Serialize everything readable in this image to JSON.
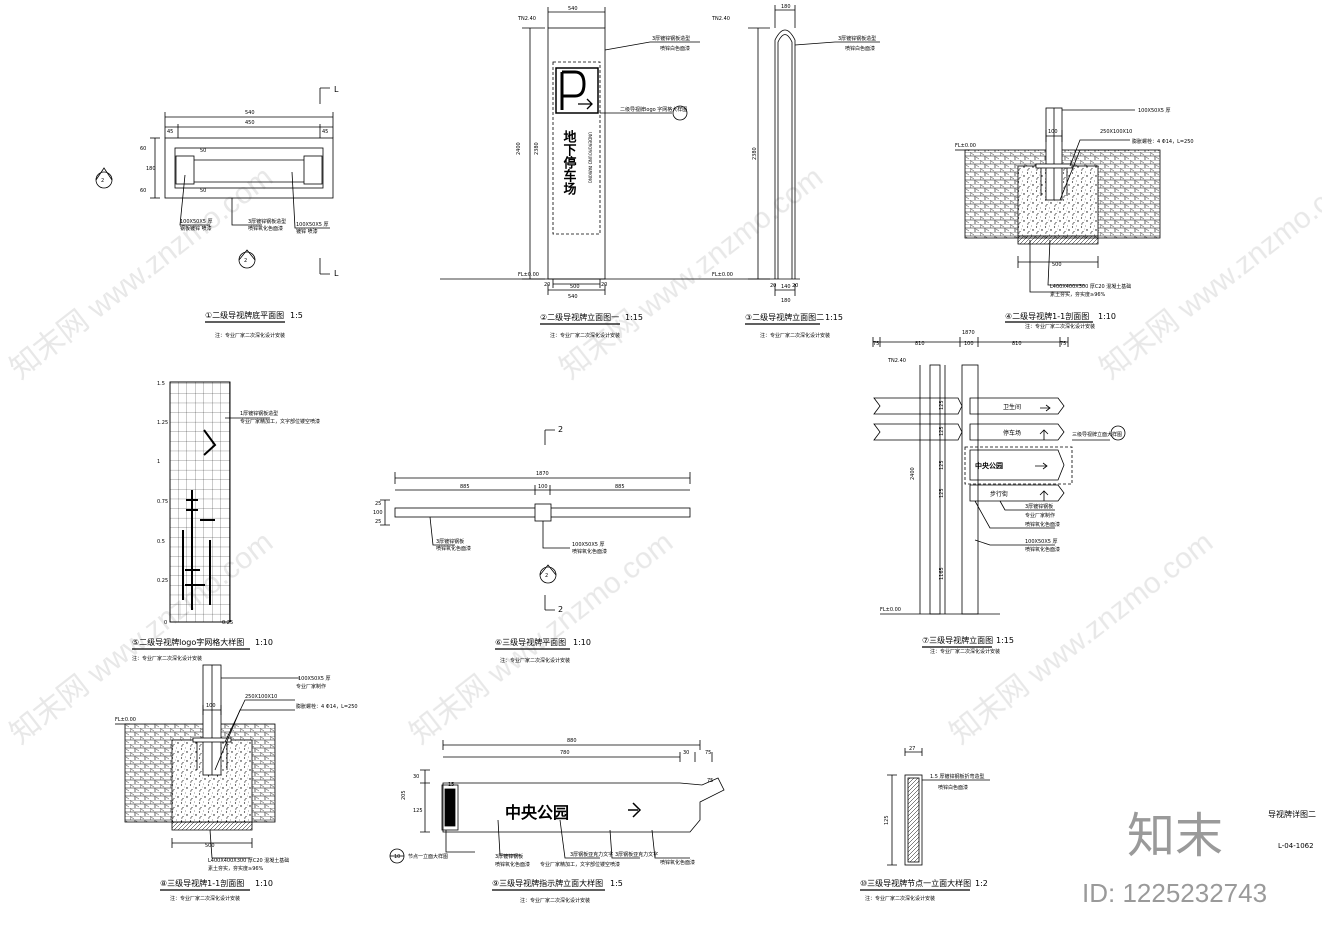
{
  "sheet": {
    "title": "导视牌详图二",
    "number": "L-04-1062",
    "brand": "知末",
    "id_label": "ID: 1225232743"
  },
  "watermark": {
    "text": "知末网 www.znzmo.com"
  },
  "drawings": {
    "d1": {
      "caption": "①二级导视牌底平面图",
      "scale": "1:5",
      "note": "注：专业厂家二次深化设计安装",
      "dims": [
        "540",
        "450",
        "45",
        "45",
        "180",
        "50",
        "50",
        "60",
        "60"
      ],
      "labels": [
        "100X50X5 厚",
        "钢板镀锌 喷漆",
        "3厚镀锌钢板造型",
        "喷锌氧化色面漆",
        "100X50X5 厚",
        "镀锌 喷漆"
      ],
      "section_mark": "2",
      "cut": "L"
    },
    "d2": {
      "caption": "②二级导视牌立面图一",
      "scale": "1:15",
      "note": "注：专业厂家二次深化设计安装",
      "top_level": "TN2.40",
      "floor_level": "FL±0.00",
      "dims": [
        "540",
        "2400",
        "2380",
        "20",
        "500",
        "20",
        "540"
      ],
      "labels": [
        "3厚镀锌钢板造型",
        "喷锌白色面漆",
        "二级导视牌logo 字网格大样图"
      ],
      "logo_text": "地下停车场",
      "en_text": "UNDERGROUND PARKING"
    },
    "d3": {
      "caption": "③二级导视牌立面图二",
      "scale": "1:15",
      "note": "注：专业厂家二次深化设计安装",
      "top_level": "TN2.40",
      "floor_level": "FL±0.00",
      "dims": [
        "180",
        "2380",
        "20",
        "140",
        "20",
        "180"
      ],
      "labels": [
        "3厚镀锌钢板造型",
        "喷锌白色面漆"
      ]
    },
    "d4": {
      "caption": "④二级导视牌1-1剖面图",
      "scale": "1:10",
      "note": "注：专业厂家二次深化设计安装",
      "floor_level": "FL±0.00",
      "dims": [
        "100",
        "500"
      ],
      "labels": [
        "100X50X5 厚",
        "250X100X10",
        "膨胀螺栓：4 Φ14，L=250",
        "L400X400X300 厚C20 混凝土基础",
        "素土夯实，夯实度≥96%"
      ]
    },
    "d5": {
      "caption": "⑤二级导视牌logo字网格大样图",
      "scale": "1:10",
      "note": "注：专业厂家二次深化设计安装",
      "y_ticks": [
        "1.5",
        "1.25",
        "1",
        "0.75",
        "0.5",
        "0.25",
        "0"
      ],
      "x_ticks": [
        "0",
        "0.25"
      ],
      "labels": [
        "1厚镀锌钢板造型",
        "专业厂家精加工，文字部位镂空喷漆"
      ]
    },
    "d6": {
      "caption": "⑥三级导视牌平面图",
      "scale": "1:10",
      "note": "注：专业厂家二次深化设计安装",
      "dims": [
        "1870",
        "885",
        "100",
        "885",
        "25",
        "100",
        "25"
      ],
      "labels": [
        "3厚镀锌钢板",
        "喷锌氧化色面漆",
        "100X50X5 厚",
        "喷锌氧化色面漆"
      ],
      "cut": "2",
      "section_mark": "2"
    },
    "d7": {
      "caption": "⑦三级导视牌立面图",
      "scale": "1:15",
      "note": "注：专业厂家二次深化设计安装",
      "top_level": "TN2.40",
      "floor_level": "FL±0.00",
      "dims": [
        "1870",
        "75",
        "810",
        "100",
        "810",
        "75",
        "125",
        "125",
        "125",
        "125",
        "2400",
        "1165"
      ],
      "signs": [
        "卫生间",
        "停车场",
        "中央公园",
        "步行街"
      ],
      "labels": [
        "三级导视牌立面大样图",
        "3厚镀锌钢板",
        "专业厂家制作",
        "喷锌氧化色面漆",
        "100X50X5 厚",
        "喷锌氧化色面漆"
      ]
    },
    "d8": {
      "caption": "⑧三级导视牌1-1剖面图",
      "scale": "1:10",
      "note": "注：专业厂家二次深化设计安装",
      "floor_level": "FL±0.00",
      "dims": [
        "100",
        "500"
      ],
      "labels": [
        "100X50X5 厚",
        "250X100X10",
        "专业厂家制作",
        "膨胀螺栓：4 Φ14，L=250",
        "L400X400X300 厚C20 混凝土基础",
        "素土夯实，夯实度≥96%"
      ]
    },
    "d9": {
      "caption": "⑨三级导视牌指示牌立面大样图",
      "scale": "1:5",
      "note": "注：专业厂家二次深化设计安装",
      "sign_text": "中央公园",
      "dims": [
        "880",
        "780",
        "30",
        "75",
        "30",
        "125",
        "205",
        "75",
        "15"
      ],
      "labels": [
        "节点一立面大样图",
        "3厚镀锌钢板",
        "喷锌氧化色面漆",
        "3厚钢板亚克力文字",
        "专业厂家精加工，文字部位镂空喷漆",
        "3厚钢板亚克力文字",
        "喷锌氧化色面漆"
      ],
      "node": "10"
    },
    "d10": {
      "caption": "⑩三级导视牌节点一立面大样图",
      "scale": "1:2",
      "note": "注：专业厂家二次深化设计安装",
      "dims": [
        "27",
        "125"
      ],
      "labels": [
        "1.5 厚镀锌钢板折弯造型",
        "喷锌白色面漆"
      ]
    }
  },
  "colors": {
    "line": "#000000",
    "watermark": "#d6d6d6",
    "brand": "#9a9a9a"
  }
}
